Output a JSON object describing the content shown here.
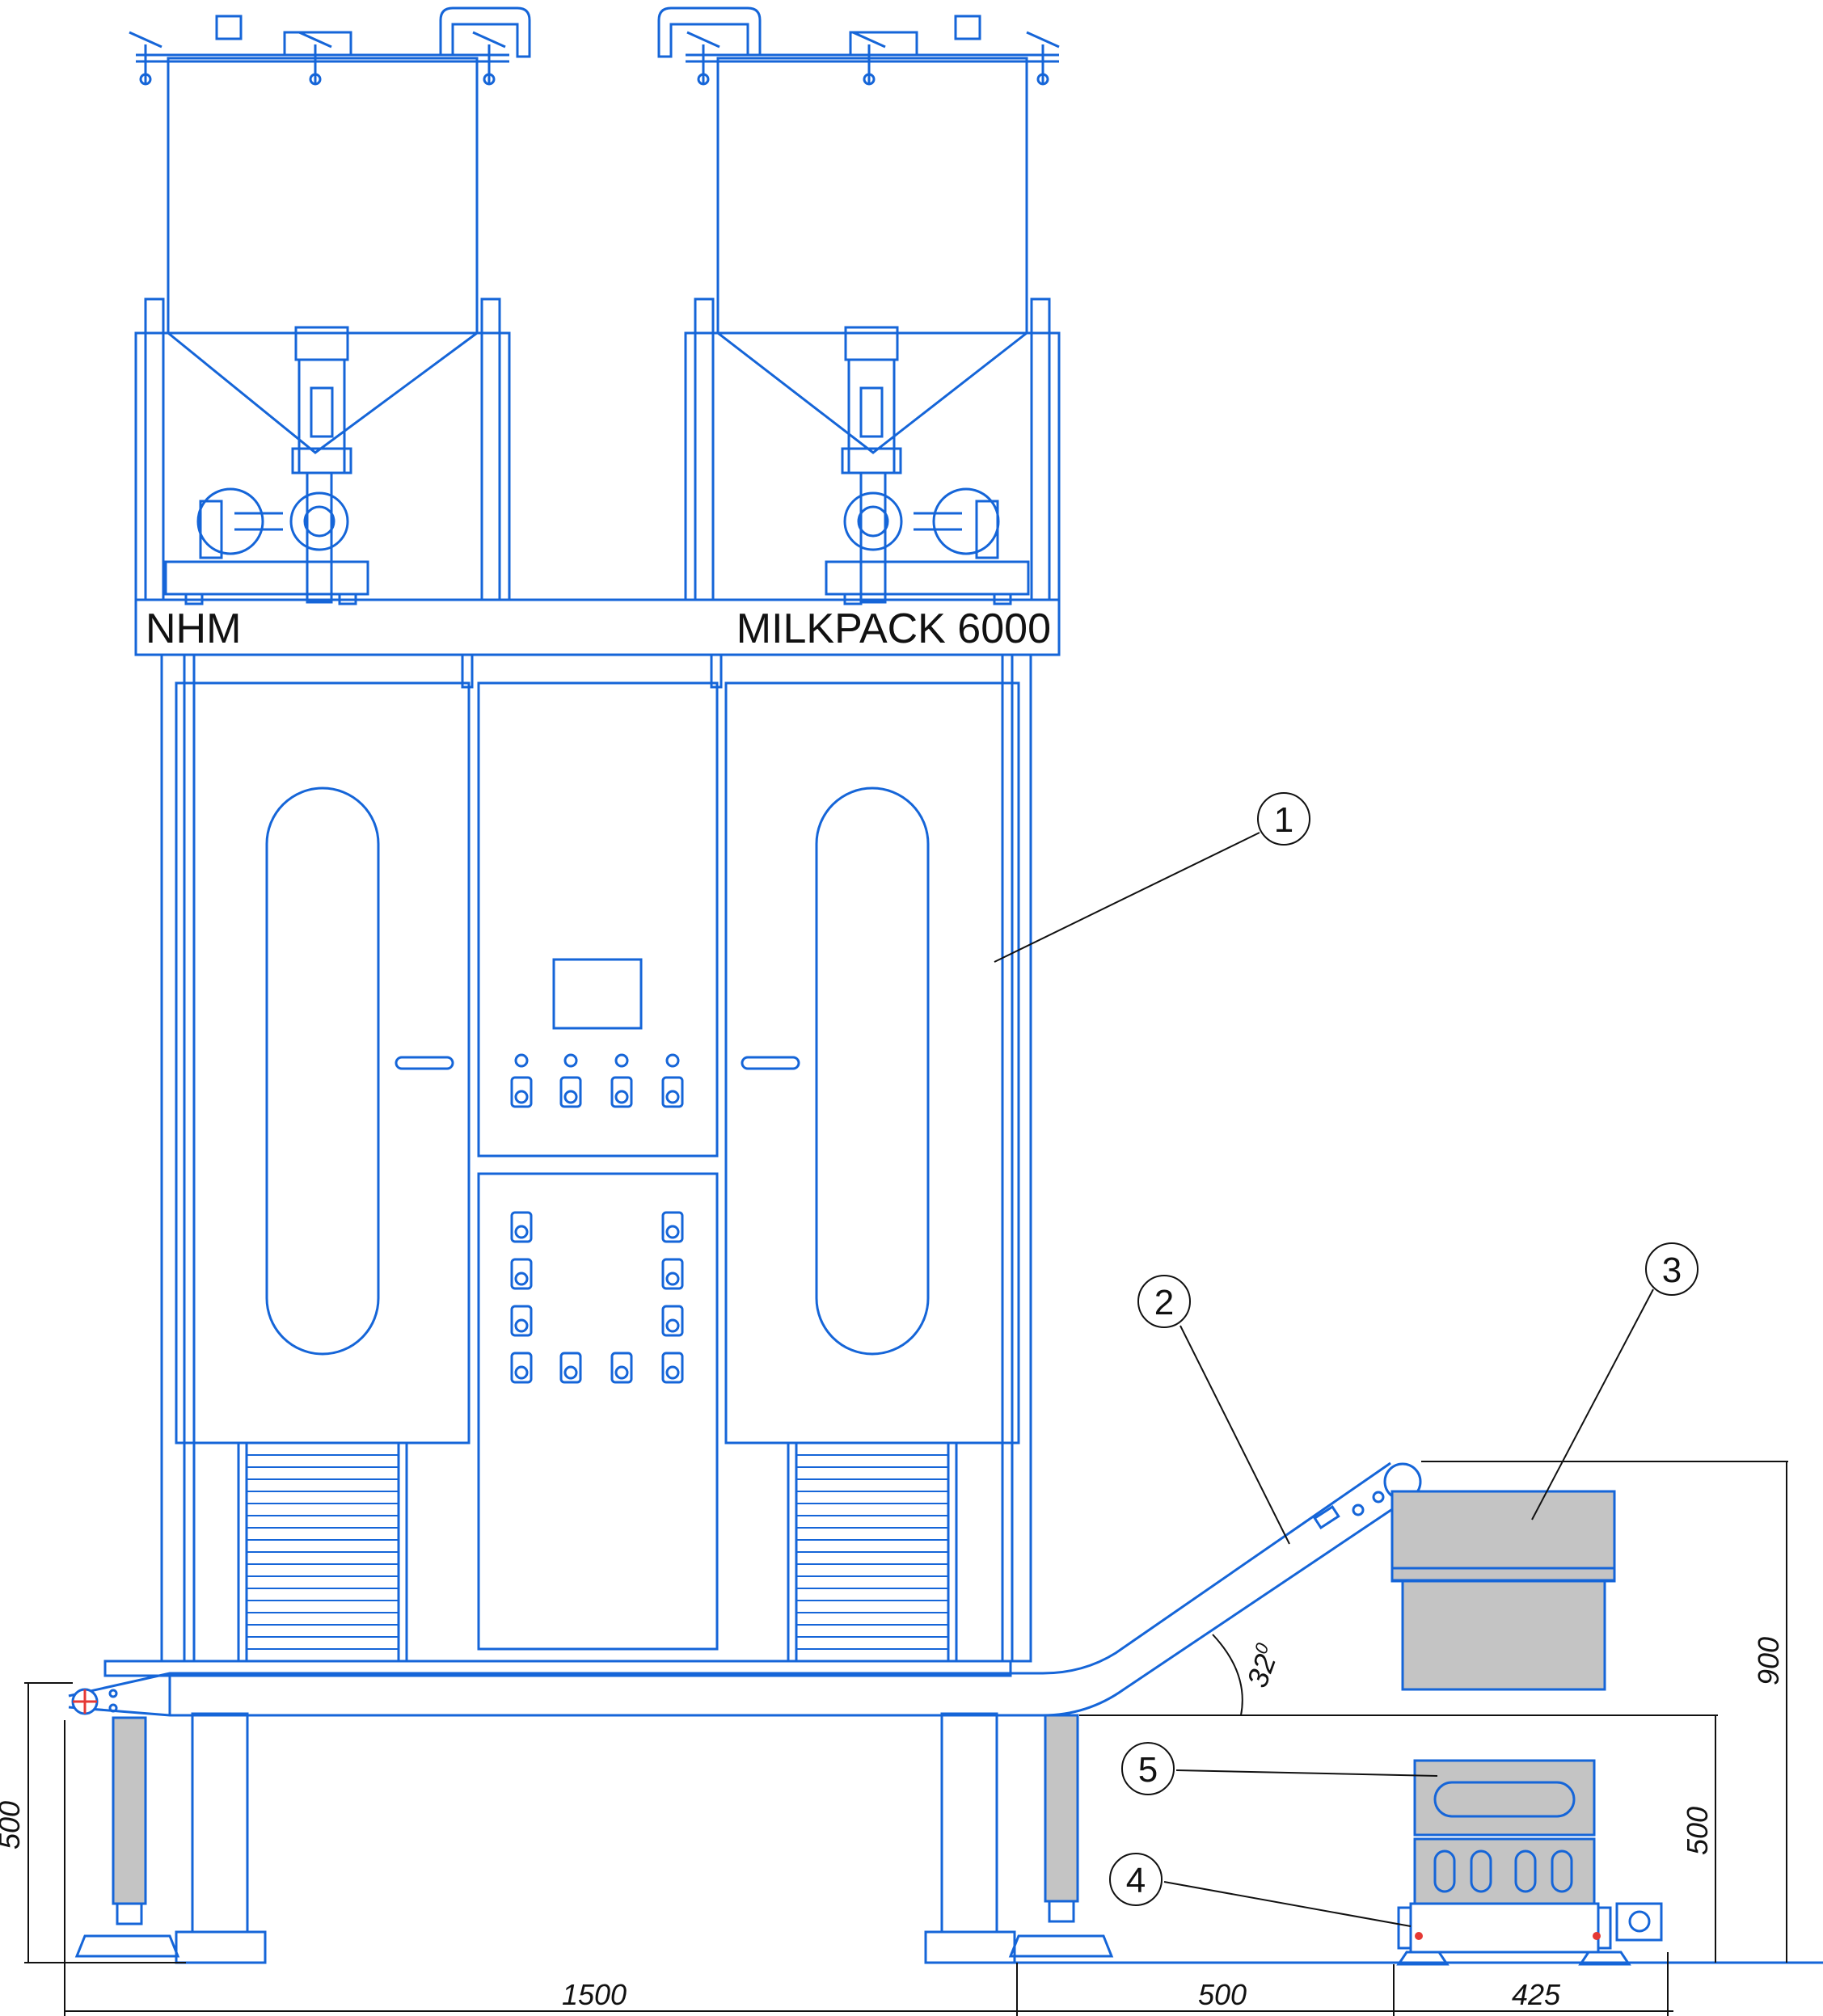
{
  "nameplate": {
    "left": "NHM",
    "right": "MILKPACK 6000"
  },
  "callouts": [
    "1",
    "2",
    "3",
    "4",
    "5"
  ],
  "dimensions": {
    "width_machine": "1500",
    "width_gap": "500",
    "width_unit": "425",
    "height_left": "500",
    "height_right_low": "500",
    "height_right_high": "900",
    "angle": "32",
    "angle_unit": "0"
  },
  "colors": {
    "line": "#1565d8",
    "dim": "#111111",
    "fill": "#c4c4c4"
  }
}
